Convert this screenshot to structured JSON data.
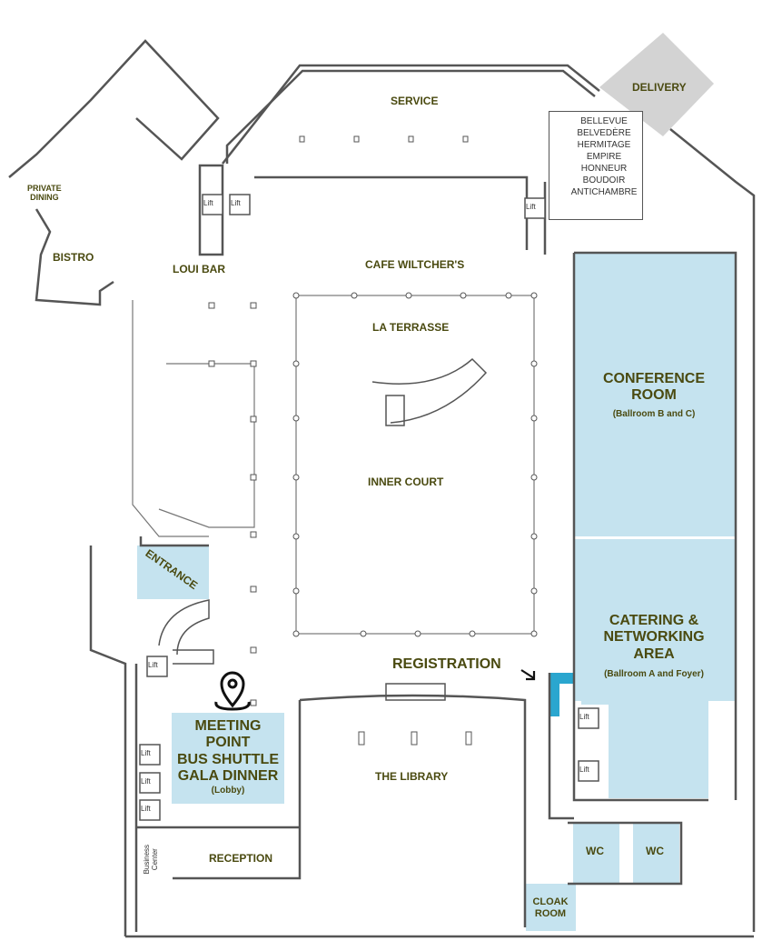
{
  "rooms": {
    "service": "SERVICE",
    "delivery": "DELIVERY",
    "private_dining": "PRIVATE\nDINING",
    "bistro": "BISTRO",
    "loui_bar": "LOUI BAR",
    "cafe": "CAFE WILTCHER'S",
    "terrasse": "LA TERRASSE",
    "inner_court": "INNER COURT",
    "entrance": "ENTRANCE",
    "registration": "REGISTRATION",
    "conference_title": "CONFERENCE\nROOM",
    "conference_sub": "(Ballroom B and C)",
    "catering_title": "CATERING &\nNETWORKING\nAREA",
    "catering_sub": "(Ballroom A and Foyer)",
    "meeting_title": "MEETING\nPOINT\nBUS SHUTTLE\nGALA DINNER",
    "meeting_sub": "(Lobby)",
    "library": "THE LIBRARY",
    "reception": "RECEPTION",
    "business_center": "Business\nCenter",
    "wc": "WC",
    "cloak_room": "CLOAK\nROOM",
    "lift": "Lift"
  },
  "directory": [
    "BELLEVUE",
    "BELVEDÈRE",
    "HERMITAGE",
    "EMPIRE",
    "HONNEUR",
    "BOUDOIR",
    "ANTICHAMBRE"
  ],
  "colors": {
    "highlight": "#c5e3ef",
    "walls": "#555555",
    "labels": "#4a4a10",
    "delivery": "#d3d3d3",
    "registration_marker": "#2aa6cf"
  },
  "icons": {
    "meeting_point": "map-pin-icon",
    "registration_arrow": "arrow-icon",
    "directory_arrow": "up-arrow-icon"
  }
}
